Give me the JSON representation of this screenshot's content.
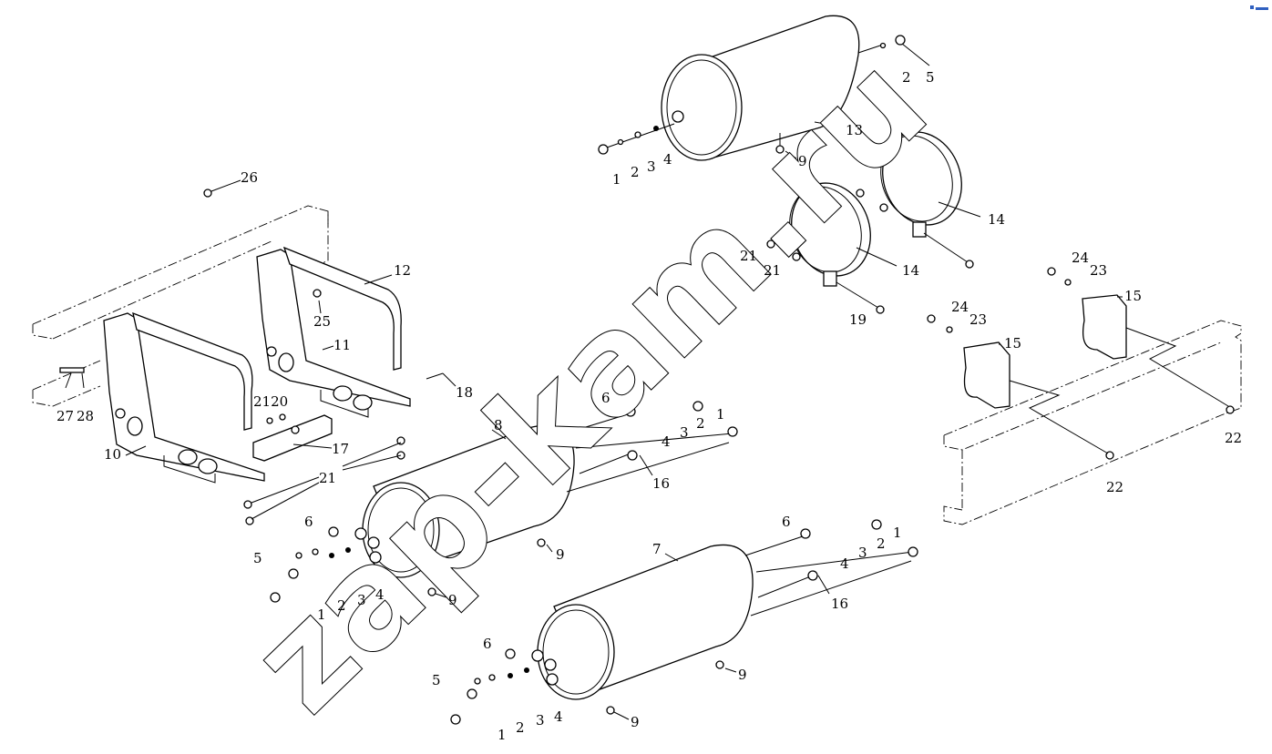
{
  "watermark": "zap-kam.ru",
  "corner_icon": "small-logo-icon",
  "labels": {
    "n1": "1",
    "n2": "2",
    "n3": "3",
    "n4": "4",
    "n5": "5",
    "n6": "6",
    "n7": "7",
    "n8": "8",
    "n9": "9",
    "n10": "10",
    "n11": "11",
    "n12": "12",
    "n13": "13",
    "n14": "14",
    "n15": "15",
    "n16": "16",
    "n17": "17",
    "n18": "18",
    "n19": "19",
    "n2120": "2120",
    "n21": "21",
    "n22": "22",
    "n23": "23",
    "n24": "24",
    "n25": "25",
    "n26": "26",
    "n27": "27",
    "n28": "28"
  }
}
